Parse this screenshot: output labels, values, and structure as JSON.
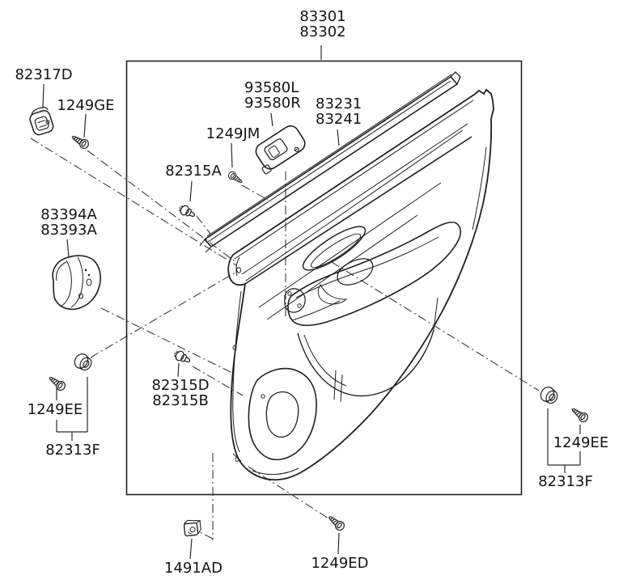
{
  "diagram_type": "exploded-parts-diagram",
  "colors": {
    "background": "#ffffff",
    "line": "#1f1f1f",
    "label_text": "#141414"
  },
  "labels": {
    "assembly": {
      "lines": [
        "83301",
        "83302"
      ]
    },
    "clip_top_left": {
      "lines": [
        "82317D"
      ]
    },
    "screw_top_left": {
      "lines": [
        "1249GE"
      ]
    },
    "window_switch": {
      "lines": [
        "93580L",
        "93580R"
      ]
    },
    "molding_strip": {
      "lines": [
        "83231",
        "83241"
      ]
    },
    "screw_switch": {
      "lines": [
        "1249JM"
      ]
    },
    "clip_upper": {
      "lines": [
        "82315A"
      ]
    },
    "tweeter_cover": {
      "lines": [
        "83394A",
        "83393A"
      ]
    },
    "clip_lower": {
      "lines": [
        "82315D",
        "82315B"
      ]
    },
    "screw_left": {
      "lines": [
        "1249EE"
      ]
    },
    "set_left": {
      "lines": [
        "82313F"
      ]
    },
    "screw_right": {
      "lines": [
        "1249EE"
      ]
    },
    "set_right": {
      "lines": [
        "82313F"
      ]
    },
    "clip_bottom": {
      "lines": [
        "1491AD"
      ]
    },
    "screw_bottom": {
      "lines": [
        "1249ED"
      ]
    }
  }
}
